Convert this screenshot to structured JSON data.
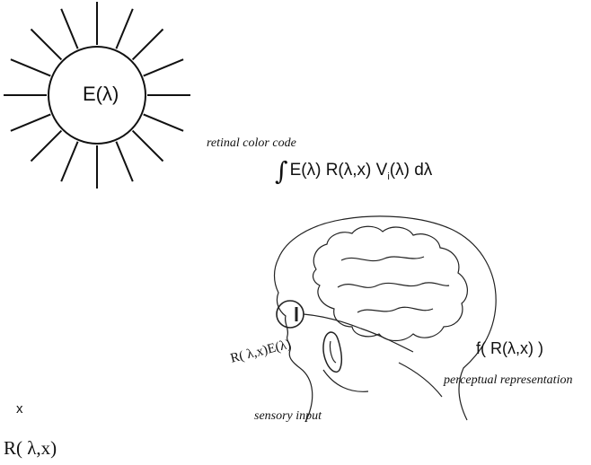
{
  "light_source": {
    "label": "E(λ)"
  },
  "retina": {
    "caption": "retinal color code",
    "integral_sign": "∫",
    "formula": "E(λ) R(λ,x) V",
    "subscript": "i",
    "formula_tail": "(λ) dλ"
  },
  "sensory": {
    "formula": "R( λ,x)E(λ)",
    "caption": "sensory input"
  },
  "perceptual": {
    "formula": "f( R(λ,x) )",
    "caption": "perceptual representation"
  },
  "object": {
    "point": "x",
    "reflectance": "R( λ,x)"
  }
}
